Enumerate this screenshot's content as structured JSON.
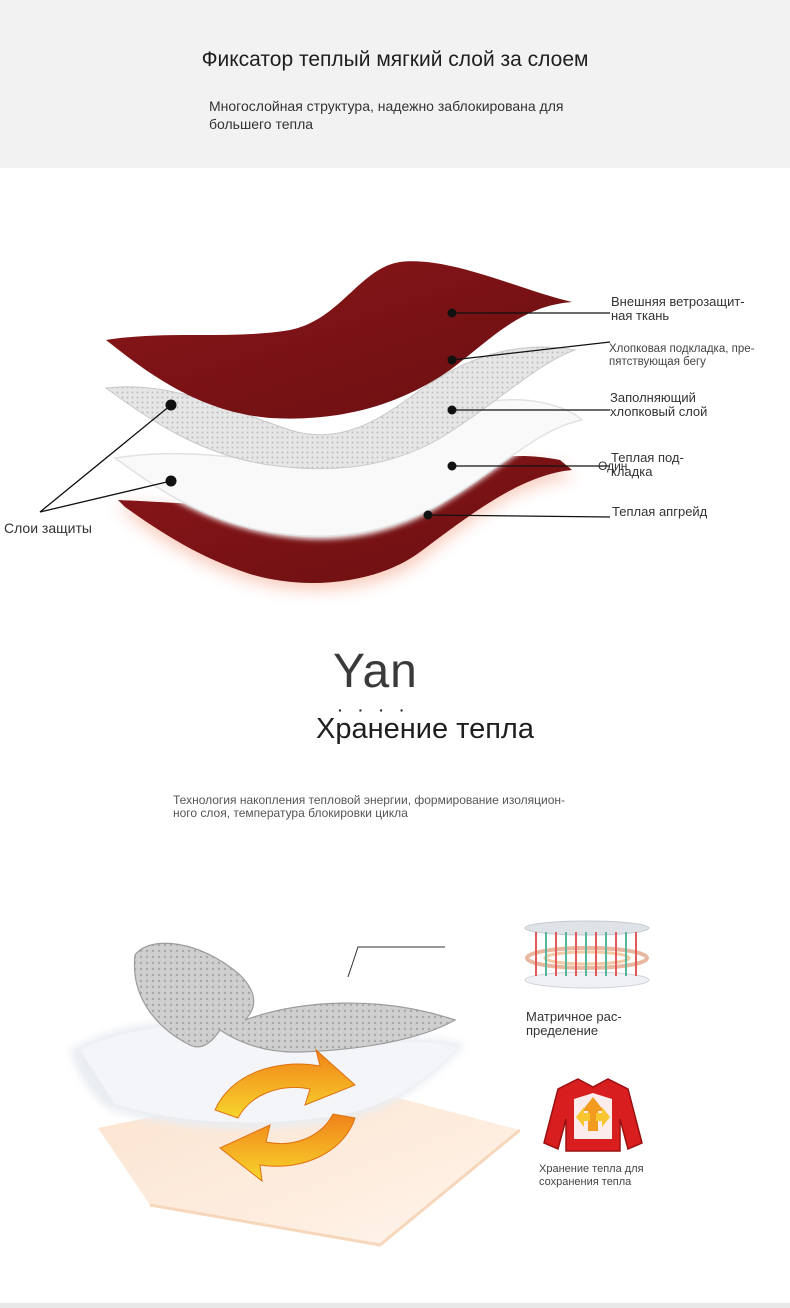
{
  "header": {
    "title": "Фиксатор теплый мягкий слой за слоем",
    "subtitle": "Многослойная структура, надежно заблокирована для большего тепла"
  },
  "layers_diagram": {
    "labels": {
      "outer_line1": "Внешняя ветрозащит-",
      "outer_line2": "ная ткань",
      "lining_line1": "Хлопковая подкладка, пре-",
      "lining_line2": "пятствующая бегу",
      "filling_line1": "Заполняющий",
      "filling_line2": "хлопковый слой",
      "warm_line1": "Теплая под-",
      "warm_line2": "кладка",
      "warm_overlay": "Один",
      "upgrade": "Теплая апгрейд",
      "protection": "Слои защиты"
    },
    "colors": {
      "red": "#7e1416",
      "red_dark": "#5c0d0f",
      "silver": "#d9d9d9"
    }
  },
  "storage": {
    "yan": "Yan",
    "yan_dots": "· · · ·",
    "title": "Хранение тепла",
    "description_line1": "Технология накопления тепловой энергии, формирование изоляцион-",
    "description_line2": "ного слоя, температура блокировки цикла",
    "matrix_line1": "Матричное рас-",
    "matrix_line2": "пределение",
    "keep_line1": "Хранение тепла для",
    "keep_line2": "сохранения тепла",
    "colors": {
      "arrow_orange": "#f08a1c",
      "arrow_yellow": "#f7d22c",
      "jacket_red": "#d81e1e"
    }
  }
}
